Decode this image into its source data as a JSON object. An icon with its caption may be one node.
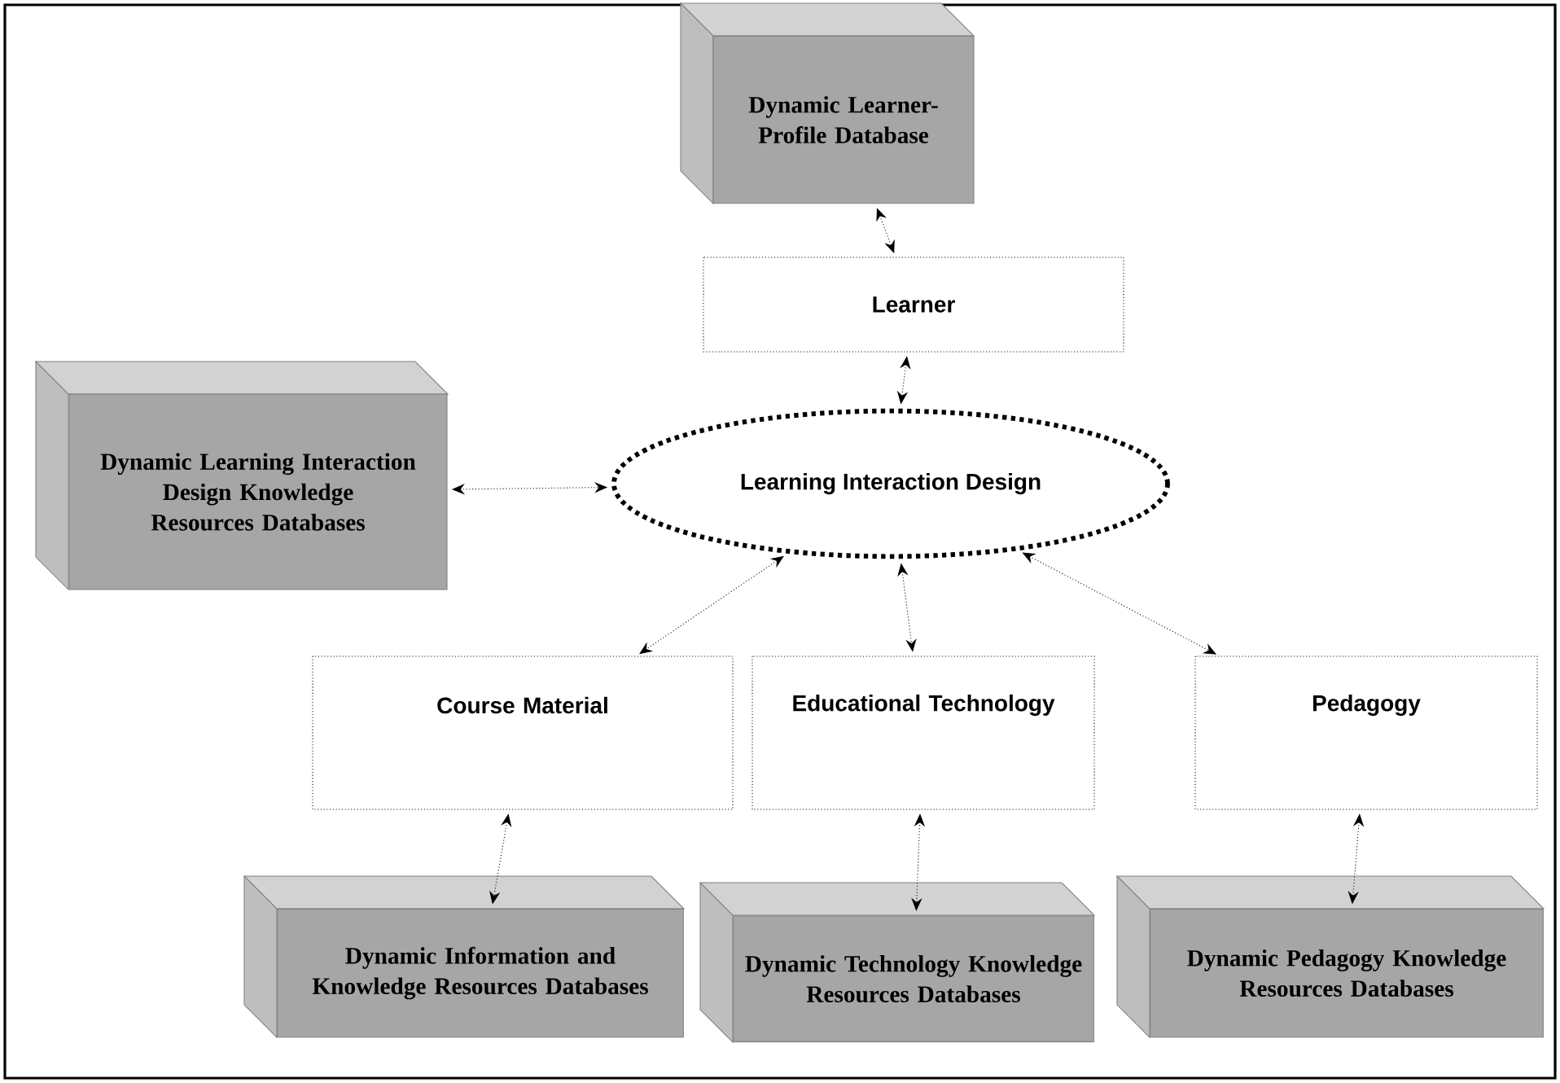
{
  "diagram": {
    "nodes": [
      {
        "text": [
          "Dynamic Learner-Profile Database"
        ]
      },
      {
        "text": [
          "Learner"
        ]
      },
      {
        "text": [
          "Dynamic Learning Interaction Design Knowledge Resources Databases"
        ]
      },
      {
        "text": [
          "Learning Interaction Design"
        ]
      },
      {
        "text": [
          "Course Material"
        ]
      },
      {
        "text": [
          "Educational Technology"
        ]
      },
      {
        "text": [
          "Pedagogy"
        ]
      },
      {
        "text": [
          "Dynamic Information and Knowledge Resources Databases"
        ]
      },
      {
        "text": [
          "Dynamic Technology Knowledge Resources Databases"
        ]
      },
      {
        "text": [
          "Dynamic Pedagogy Knowledge Resources Databases"
        ]
      }
    ],
    "edges": [
      {
        "from": 0,
        "to": 1,
        "arrow": "both"
      },
      {
        "from": 1,
        "to": 3,
        "arrow": "both"
      },
      {
        "from": 2,
        "to": 3,
        "arrow": "both"
      },
      {
        "from": 3,
        "to": 4,
        "arrow": "both"
      },
      {
        "from": 3,
        "to": 5,
        "arrow": "both"
      },
      {
        "from": 3,
        "to": 6,
        "arrow": "both"
      },
      {
        "from": 4,
        "to": 7,
        "arrow": "both"
      },
      {
        "from": 5,
        "to": 8,
        "arrow": "both"
      },
      {
        "from": 6,
        "to": 9,
        "arrow": "both"
      }
    ]
  }
}
